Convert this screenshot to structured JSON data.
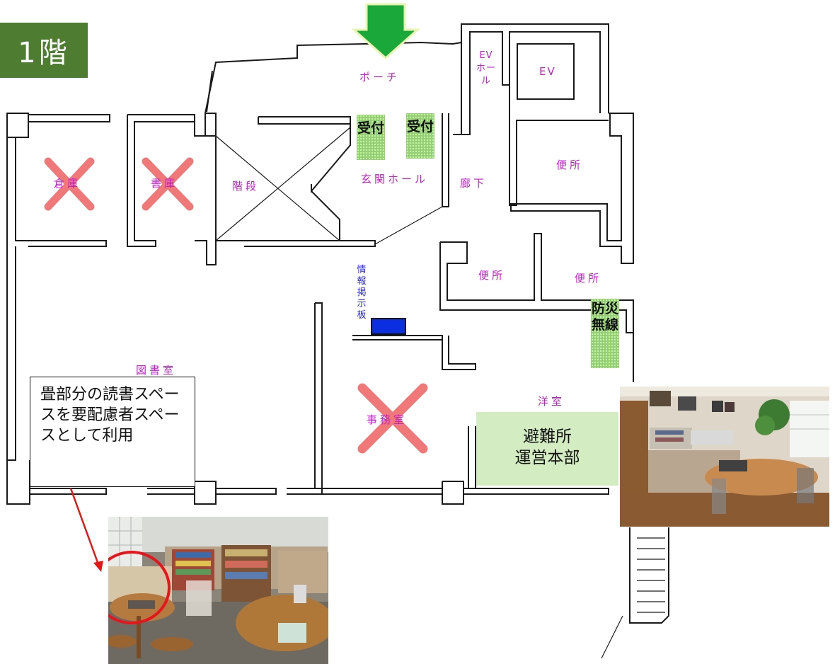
{
  "floor_label": "1階",
  "rooms": {
    "porch": "ポーチ",
    "ev_hall": "EV ホール",
    "ev": "EV",
    "storage": "倉庫",
    "book_storage": "書庫",
    "stairs": "階段",
    "entrance_hall": "玄関ホール",
    "corridor": "廊下",
    "toilet_1": "便所",
    "toilet_2": "便所",
    "toilet_3": "便所",
    "library": "図書室",
    "office": "事務室",
    "western_room": "洋室",
    "info_board": "情報掲示板"
  },
  "tags": {
    "reception_1": "受付",
    "reception_2": "受付",
    "disaster_radio": "防災無線"
  },
  "hq_label": "避難所\n運営本部",
  "note_text": "畳部分の読書スペースを要配慮者スペースとして利用",
  "legend": {
    "unusable_mark": "red-x-icon",
    "entrance_mark": "green-down-arrow-icon"
  },
  "colors": {
    "room_label": "#c022c8",
    "info_label": "#2a2ad6",
    "floor_badge": "#4e7d32",
    "tag_green": "#8fd16a",
    "hq_green": "#d4ecc2",
    "cross_red": "#f06a6a",
    "arrow_green": "#1aa83a"
  }
}
